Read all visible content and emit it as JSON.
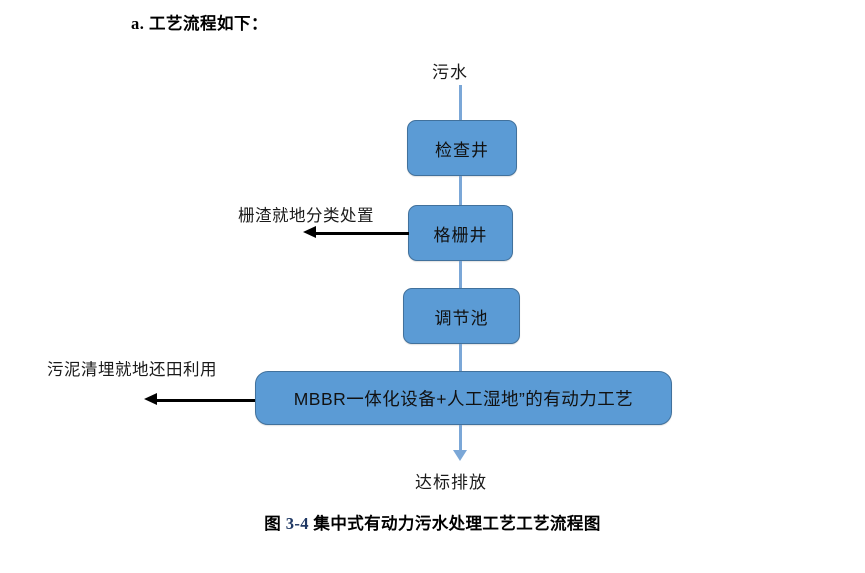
{
  "heading": {
    "text": "a. 工艺流程如下："
  },
  "diagram": {
    "inlet_label": "污水",
    "outlet_label": "达标排放",
    "nodes": [
      {
        "id": "inspection-well",
        "label": "检查井"
      },
      {
        "id": "grille-well",
        "label": "格栅井"
      },
      {
        "id": "regulating-tank",
        "label": "调节池"
      },
      {
        "id": "mbbr-process",
        "label": "MBBR一体化设备+人工湿地”的有动力工艺"
      }
    ],
    "branches": [
      {
        "id": "screenings",
        "label": "栅渣就地分类处置"
      },
      {
        "id": "sludge",
        "label": "污泥清埋就地还田利用"
      }
    ],
    "colors": {
      "node_fill": "#5B9BD5",
      "node_border": "#41719C",
      "connector": "#7BA7D7",
      "branch_arrow": "#000000"
    }
  },
  "caption": {
    "prefix": "图",
    "number": "3-4",
    "text": "集中式有动力污水处理工艺工艺流程图"
  }
}
